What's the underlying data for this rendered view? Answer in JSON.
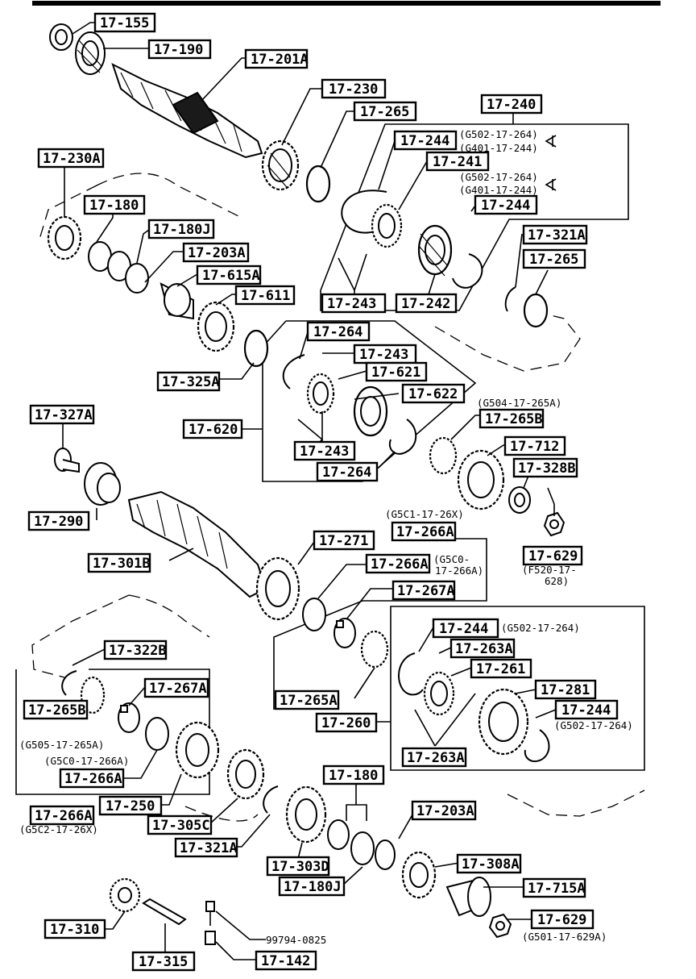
{
  "labels": [
    {
      "id": "17-155",
      "text": "17-155"
    },
    {
      "id": "17-190",
      "text": "17-190"
    },
    {
      "id": "17-201A",
      "text": "17-201A"
    },
    {
      "id": "17-230",
      "text": "17-230"
    },
    {
      "id": "17-265-a",
      "text": "17-265"
    },
    {
      "id": "17-240",
      "text": "17-240"
    },
    {
      "id": "17-244-a",
      "text": "17-244"
    },
    {
      "id": "17-241",
      "text": "17-241"
    },
    {
      "id": "17-244-b",
      "text": "17-244"
    },
    {
      "id": "17-230A",
      "text": "17-230A"
    },
    {
      "id": "17-180-a",
      "text": "17-180"
    },
    {
      "id": "17-180J-a",
      "text": "17-180J"
    },
    {
      "id": "17-203A-a",
      "text": "17-203A"
    },
    {
      "id": "17-615A",
      "text": "17-615A"
    },
    {
      "id": "17-611",
      "text": "17-611"
    },
    {
      "id": "17-321A-a",
      "text": "17-321A"
    },
    {
      "id": "17-265-b",
      "text": "17-265"
    },
    {
      "id": "17-243-a",
      "text": "17-243"
    },
    {
      "id": "17-242",
      "text": "17-242"
    },
    {
      "id": "17-264-a",
      "text": "17-264"
    },
    {
      "id": "17-243-b",
      "text": "17-243"
    },
    {
      "id": "17-621",
      "text": "17-621"
    },
    {
      "id": "17-622",
      "text": "17-622"
    },
    {
      "id": "17-325A",
      "text": "17-325A"
    },
    {
      "id": "17-620",
      "text": "17-620"
    },
    {
      "id": "17-243-c",
      "text": "17-243"
    },
    {
      "id": "17-264-b",
      "text": "17-264"
    },
    {
      "id": "17-265B-a",
      "text": "17-265B"
    },
    {
      "id": "17-712",
      "text": "17-712"
    },
    {
      "id": "17-328B",
      "text": "17-328B"
    },
    {
      "id": "17-327A",
      "text": "17-327A"
    },
    {
      "id": "17-290",
      "text": "17-290"
    },
    {
      "id": "17-266A-a",
      "text": "17-266A"
    },
    {
      "id": "17-271",
      "text": "17-271"
    },
    {
      "id": "17-266A-b",
      "text": "17-266A"
    },
    {
      "id": "17-629-a",
      "text": "17-629"
    },
    {
      "id": "17-301B",
      "text": "17-301B"
    },
    {
      "id": "17-267A-a",
      "text": "17-267A"
    },
    {
      "id": "17-244-c",
      "text": "17-244"
    },
    {
      "id": "17-263A-a",
      "text": "17-263A"
    },
    {
      "id": "17-261",
      "text": "17-261"
    },
    {
      "id": "17-322B",
      "text": "17-322B"
    },
    {
      "id": "17-267A-b",
      "text": "17-267A"
    },
    {
      "id": "17-281",
      "text": "17-281"
    },
    {
      "id": "17-244-d",
      "text": "17-244"
    },
    {
      "id": "17-265A",
      "text": "17-265A"
    },
    {
      "id": "17-265B-b",
      "text": "17-265B"
    },
    {
      "id": "17-260",
      "text": "17-260"
    },
    {
      "id": "17-263A-b",
      "text": "17-263A"
    },
    {
      "id": "17-266A-c",
      "text": "17-266A"
    },
    {
      "id": "17-180-b",
      "text": "17-180"
    },
    {
      "id": "17-203A-b",
      "text": "17-203A"
    },
    {
      "id": "17-266A-d",
      "text": "17-266A"
    },
    {
      "id": "17-250",
      "text": "17-250"
    },
    {
      "id": "17-305C",
      "text": "17-305C"
    },
    {
      "id": "17-321A-b",
      "text": "17-321A"
    },
    {
      "id": "17-303D",
      "text": "17-303D"
    },
    {
      "id": "17-308A",
      "text": "17-308A"
    },
    {
      "id": "17-180J-b",
      "text": "17-180J"
    },
    {
      "id": "17-715A",
      "text": "17-715A"
    },
    {
      "id": "17-629-b",
      "text": "17-629"
    },
    {
      "id": "17-310",
      "text": "17-310"
    },
    {
      "id": "17-315",
      "text": "17-315"
    },
    {
      "id": "17-142",
      "text": "17-142"
    }
  ],
  "notes": {
    "g502_264_a": "(G502-17-264)",
    "g401_244_a": "(G401-17-244)",
    "g502_264_b": "(G502-17-264)",
    "g401_244_b": "(G401-17-244)",
    "g504_265a": "(G504-17-265A)",
    "g5c1_26x": "(G5C1-17-26X)",
    "g5c0_266a_1": "(G5C0-",
    "g5c0_266a_2": "17-266A)",
    "f520_628_1": "(F520-17-",
    "f520_628_2": "628)",
    "g502_264_c": "(G502-17-264)",
    "g502_264_d": "(G502-17-264)",
    "g505_265a": "(G505-17-265A)",
    "g5c0_266a_3": "(G5C0-17-266A)",
    "g5c2_26x": "(G5C2-17-26X)",
    "g501_629a": "(G501-17-629A)",
    "part_99794": "99794-0825"
  }
}
